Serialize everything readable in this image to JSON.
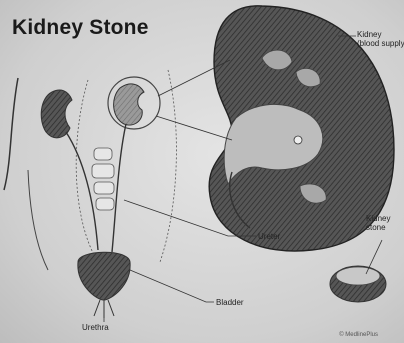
{
  "title": "Kidney Stone",
  "labels": {
    "kidney_blood_supply": "Kidney\n(blood supply)",
    "kidney_stone": "Kidney\nstone",
    "ureter": "Ureter",
    "bladder": "Bladder",
    "urethra": "Urethra"
  },
  "credit": "© MedlinePlus",
  "colors": {
    "background": "#d6d6d6",
    "kidney_dark": "#4a4a4a",
    "ink": "#1a1a1a"
  }
}
